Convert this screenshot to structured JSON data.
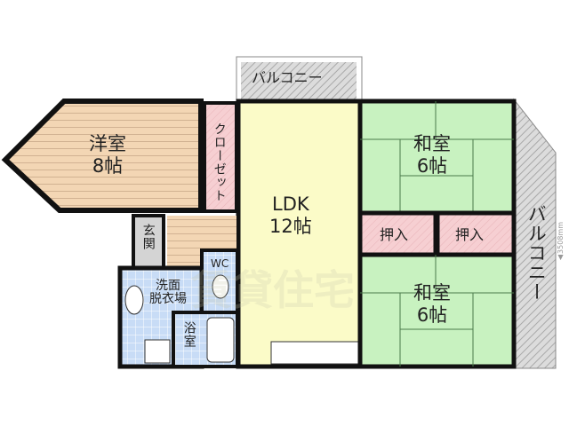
{
  "rooms": {
    "western": {
      "name": "洋室",
      "size": "8帖"
    },
    "closet": "クローゼット",
    "ldk": {
      "name": "LDK",
      "size": "12帖"
    },
    "japanese_top": {
      "name": "和室",
      "size": "6帖"
    },
    "japanese_bottom": {
      "name": "和室",
      "size": "6帖"
    },
    "oshiire_left": "押入",
    "oshiire_right": "押入",
    "entrance": "玄関",
    "washroom": "洗面\n脱衣場",
    "wc": "WC",
    "bath": "浴室",
    "balcony_top": "バルコニー",
    "balcony_right": "バルコニー"
  },
  "dimension": "▲3508mm",
  "watermark": "賃貸住宅",
  "colors": {
    "wall": "#111111",
    "western": "#f3d6b4",
    "closet": "#f6cfd2",
    "ldk": "#fbfbc8",
    "tatami": "#c8f2c0",
    "tile": "#c8dcf6",
    "entrance": "#d4d4d4",
    "balcony": "#d2d2d2"
  }
}
